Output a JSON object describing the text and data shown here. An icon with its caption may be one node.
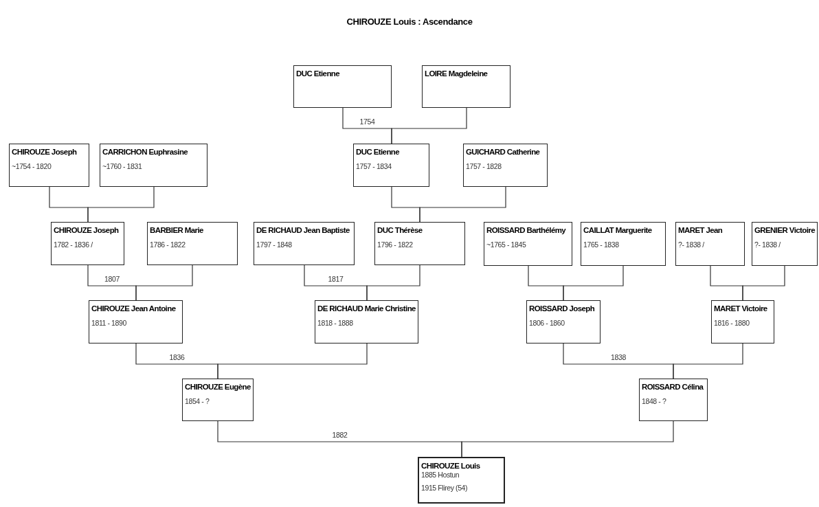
{
  "diagram": {
    "title": "CHIROUZE Louis : Ascendance",
    "nodes": [
      {
        "text": [
          "DUC Etienne"
        ]
      },
      {
        "text": [
          "LOIRE Magdeleine"
        ]
      },
      {
        "text": [
          "CHIROUZE Joseph",
          "~1754 - 1820"
        ]
      },
      {
        "text": [
          "CARRICHON Euphrasine",
          "~1760 - 1831"
        ]
      },
      {
        "text": [
          "DUC Etienne",
          "1757 - 1834"
        ]
      },
      {
        "text": [
          "GUICHARD Catherine",
          "1757 - 1828"
        ]
      },
      {
        "text": [
          "CHIROUZE Joseph",
          "1782 - 1836 /"
        ]
      },
      {
        "text": [
          "BARBIER Marie",
          "1786 - 1822"
        ]
      },
      {
        "text": [
          "DE RICHAUD Jean Baptiste",
          "1797 - 1848"
        ]
      },
      {
        "text": [
          "DUC Thérèse",
          "1796 - 1822"
        ]
      },
      {
        "text": [
          "ROISSARD Barthélémy",
          "~1765 - 1845"
        ]
      },
      {
        "text": [
          "CAILLAT Marguerite",
          "1765 - 1838"
        ]
      },
      {
        "text": [
          "MARET Jean",
          "?- 1838 /"
        ]
      },
      {
        "text": [
          "GRENIER Victoire",
          "?- 1838 /"
        ]
      },
      {
        "text": [
          "CHIROUZE Jean Antoine",
          "1811 - 1890"
        ]
      },
      {
        "text": [
          "DE RICHAUD Marie Christine",
          "1818 - 1888"
        ]
      },
      {
        "text": [
          "ROISSARD Joseph",
          "1806 - 1860"
        ]
      },
      {
        "text": [
          "MARET Victoire",
          "1816 - 1880"
        ]
      },
      {
        "text": [
          "CHIROUZE Eugène",
          "1854 - ?"
        ]
      },
      {
        "text": [
          "ROISSARD Célina",
          "1848 - ?"
        ]
      },
      {
        "text": [
          "CHIROUZE Louis",
          "1885 Hostun",
          "1915 Flirey (54)"
        ]
      }
    ],
    "edges": [
      {
        "from": 0,
        "to": 4,
        "arrow": "none",
        "label": "1754"
      },
      {
        "from": 1,
        "to": 4,
        "arrow": "none"
      },
      {
        "from": 2,
        "to": 6,
        "arrow": "none"
      },
      {
        "from": 3,
        "to": 6,
        "arrow": "none"
      },
      {
        "from": 4,
        "to": 9,
        "arrow": "none"
      },
      {
        "from": 5,
        "to": 9,
        "arrow": "none"
      },
      {
        "from": 6,
        "to": 14,
        "arrow": "none",
        "label": "1807"
      },
      {
        "from": 7,
        "to": 14,
        "arrow": "none"
      },
      {
        "from": 8,
        "to": 15,
        "arrow": "none",
        "label": "1817"
      },
      {
        "from": 9,
        "to": 15,
        "arrow": "none"
      },
      {
        "from": 10,
        "to": 16,
        "arrow": "none"
      },
      {
        "from": 11,
        "to": 16,
        "arrow": "none"
      },
      {
        "from": 12,
        "to": 17,
        "arrow": "none"
      },
      {
        "from": 13,
        "to": 17,
        "arrow": "none"
      },
      {
        "from": 14,
        "to": 18,
        "arrow": "none",
        "label": "1836"
      },
      {
        "from": 15,
        "to": 18,
        "arrow": "none"
      },
      {
        "from": 16,
        "to": 19,
        "arrow": "none",
        "label": "1838"
      },
      {
        "from": 17,
        "to": 19,
        "arrow": "none"
      },
      {
        "from": 18,
        "to": 20,
        "arrow": "none",
        "label": "1882"
      },
      {
        "from": 19,
        "to": 20,
        "arrow": "none"
      }
    ]
  }
}
